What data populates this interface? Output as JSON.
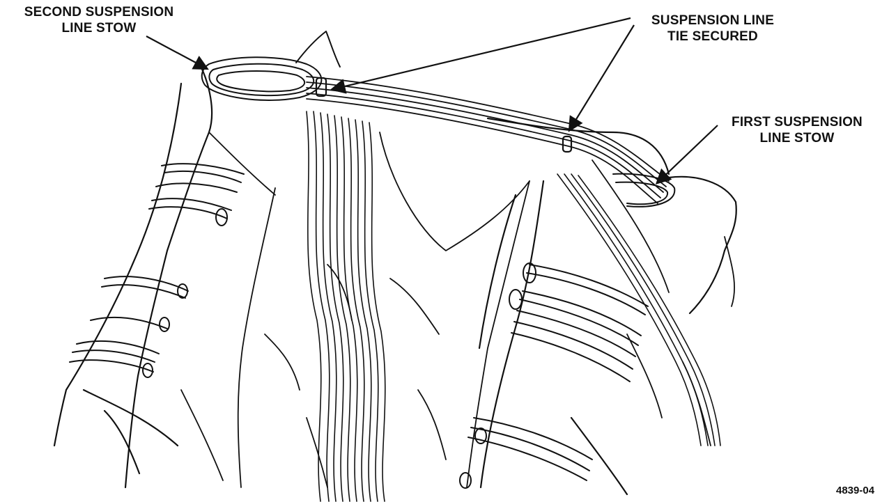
{
  "labels": {
    "second_stow": {
      "line1": "SECOND SUSPENSION",
      "line2": "LINE STOW"
    },
    "tie_secured": {
      "line1": "SUSPENSION LINE",
      "line2": "TIE SECURED"
    },
    "first_stow": {
      "line1": "FIRST SUSPENSION",
      "line2": "LINE STOW"
    }
  },
  "figure_id": "4839-04",
  "colors": {
    "ink": "#111111",
    "paper": "#ffffff"
  }
}
